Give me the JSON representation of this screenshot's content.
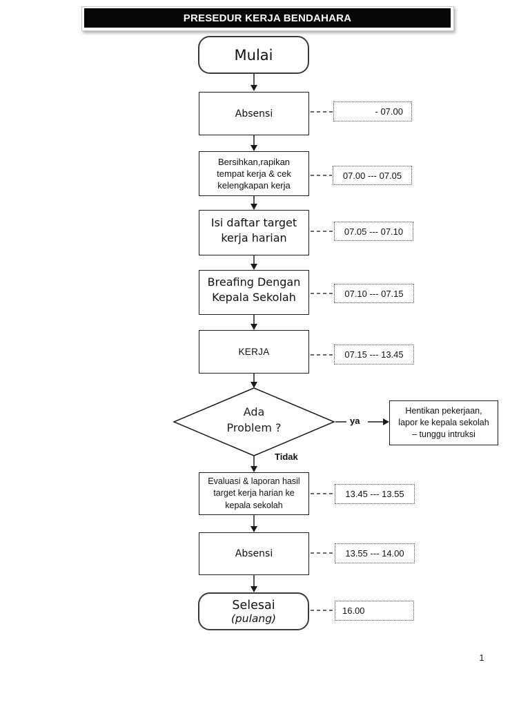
{
  "header": {
    "title": "PRESEDUR KERJA BENDAHARA"
  },
  "flow": {
    "start_label": "Mulai",
    "steps": [
      {
        "lines": [
          "Absensi"
        ],
        "time": "- 07.00"
      },
      {
        "lines": [
          "Bersihkan,rapikan",
          "tempat kerja & cek",
          "kelengkapan kerja"
        ],
        "time": "07.00 --- 07.05"
      },
      {
        "lines": [
          "Isi daftar target",
          "kerja harian"
        ],
        "time": "07.05 --- 07.10"
      },
      {
        "lines": [
          "Breafing Dengan",
          "Kepala Sekolah"
        ],
        "time": "07.10 --- 07.15"
      },
      {
        "lines": [
          "KERJA"
        ],
        "time": "07.15 --- 13.45"
      },
      {
        "lines": [
          "Evaluasi & laporan hasil",
          "target kerja harian ke",
          "kepala sekolah"
        ],
        "time": "13.45 --- 13.55"
      },
      {
        "lines": [
          "Absensi"
        ],
        "time": "13.55 --- 14.00"
      }
    ],
    "decision": {
      "lines": [
        "Ada",
        "Problem ?"
      ],
      "yes_label": "ya",
      "no_label": "Tidak",
      "yes_box_lines": [
        "Hentikan pekerjaan,",
        "lapor ke kepala sekolah",
        "– tunggu intruksi"
      ]
    },
    "end": {
      "label": "Selesai",
      "sublabel": "(pulang)",
      "time": "16.00"
    }
  },
  "footer": {
    "page_number": "1"
  },
  "colors": {
    "line": "#1a1a1a",
    "banner_bg": "#060606",
    "banner_text": "#ffffff"
  }
}
